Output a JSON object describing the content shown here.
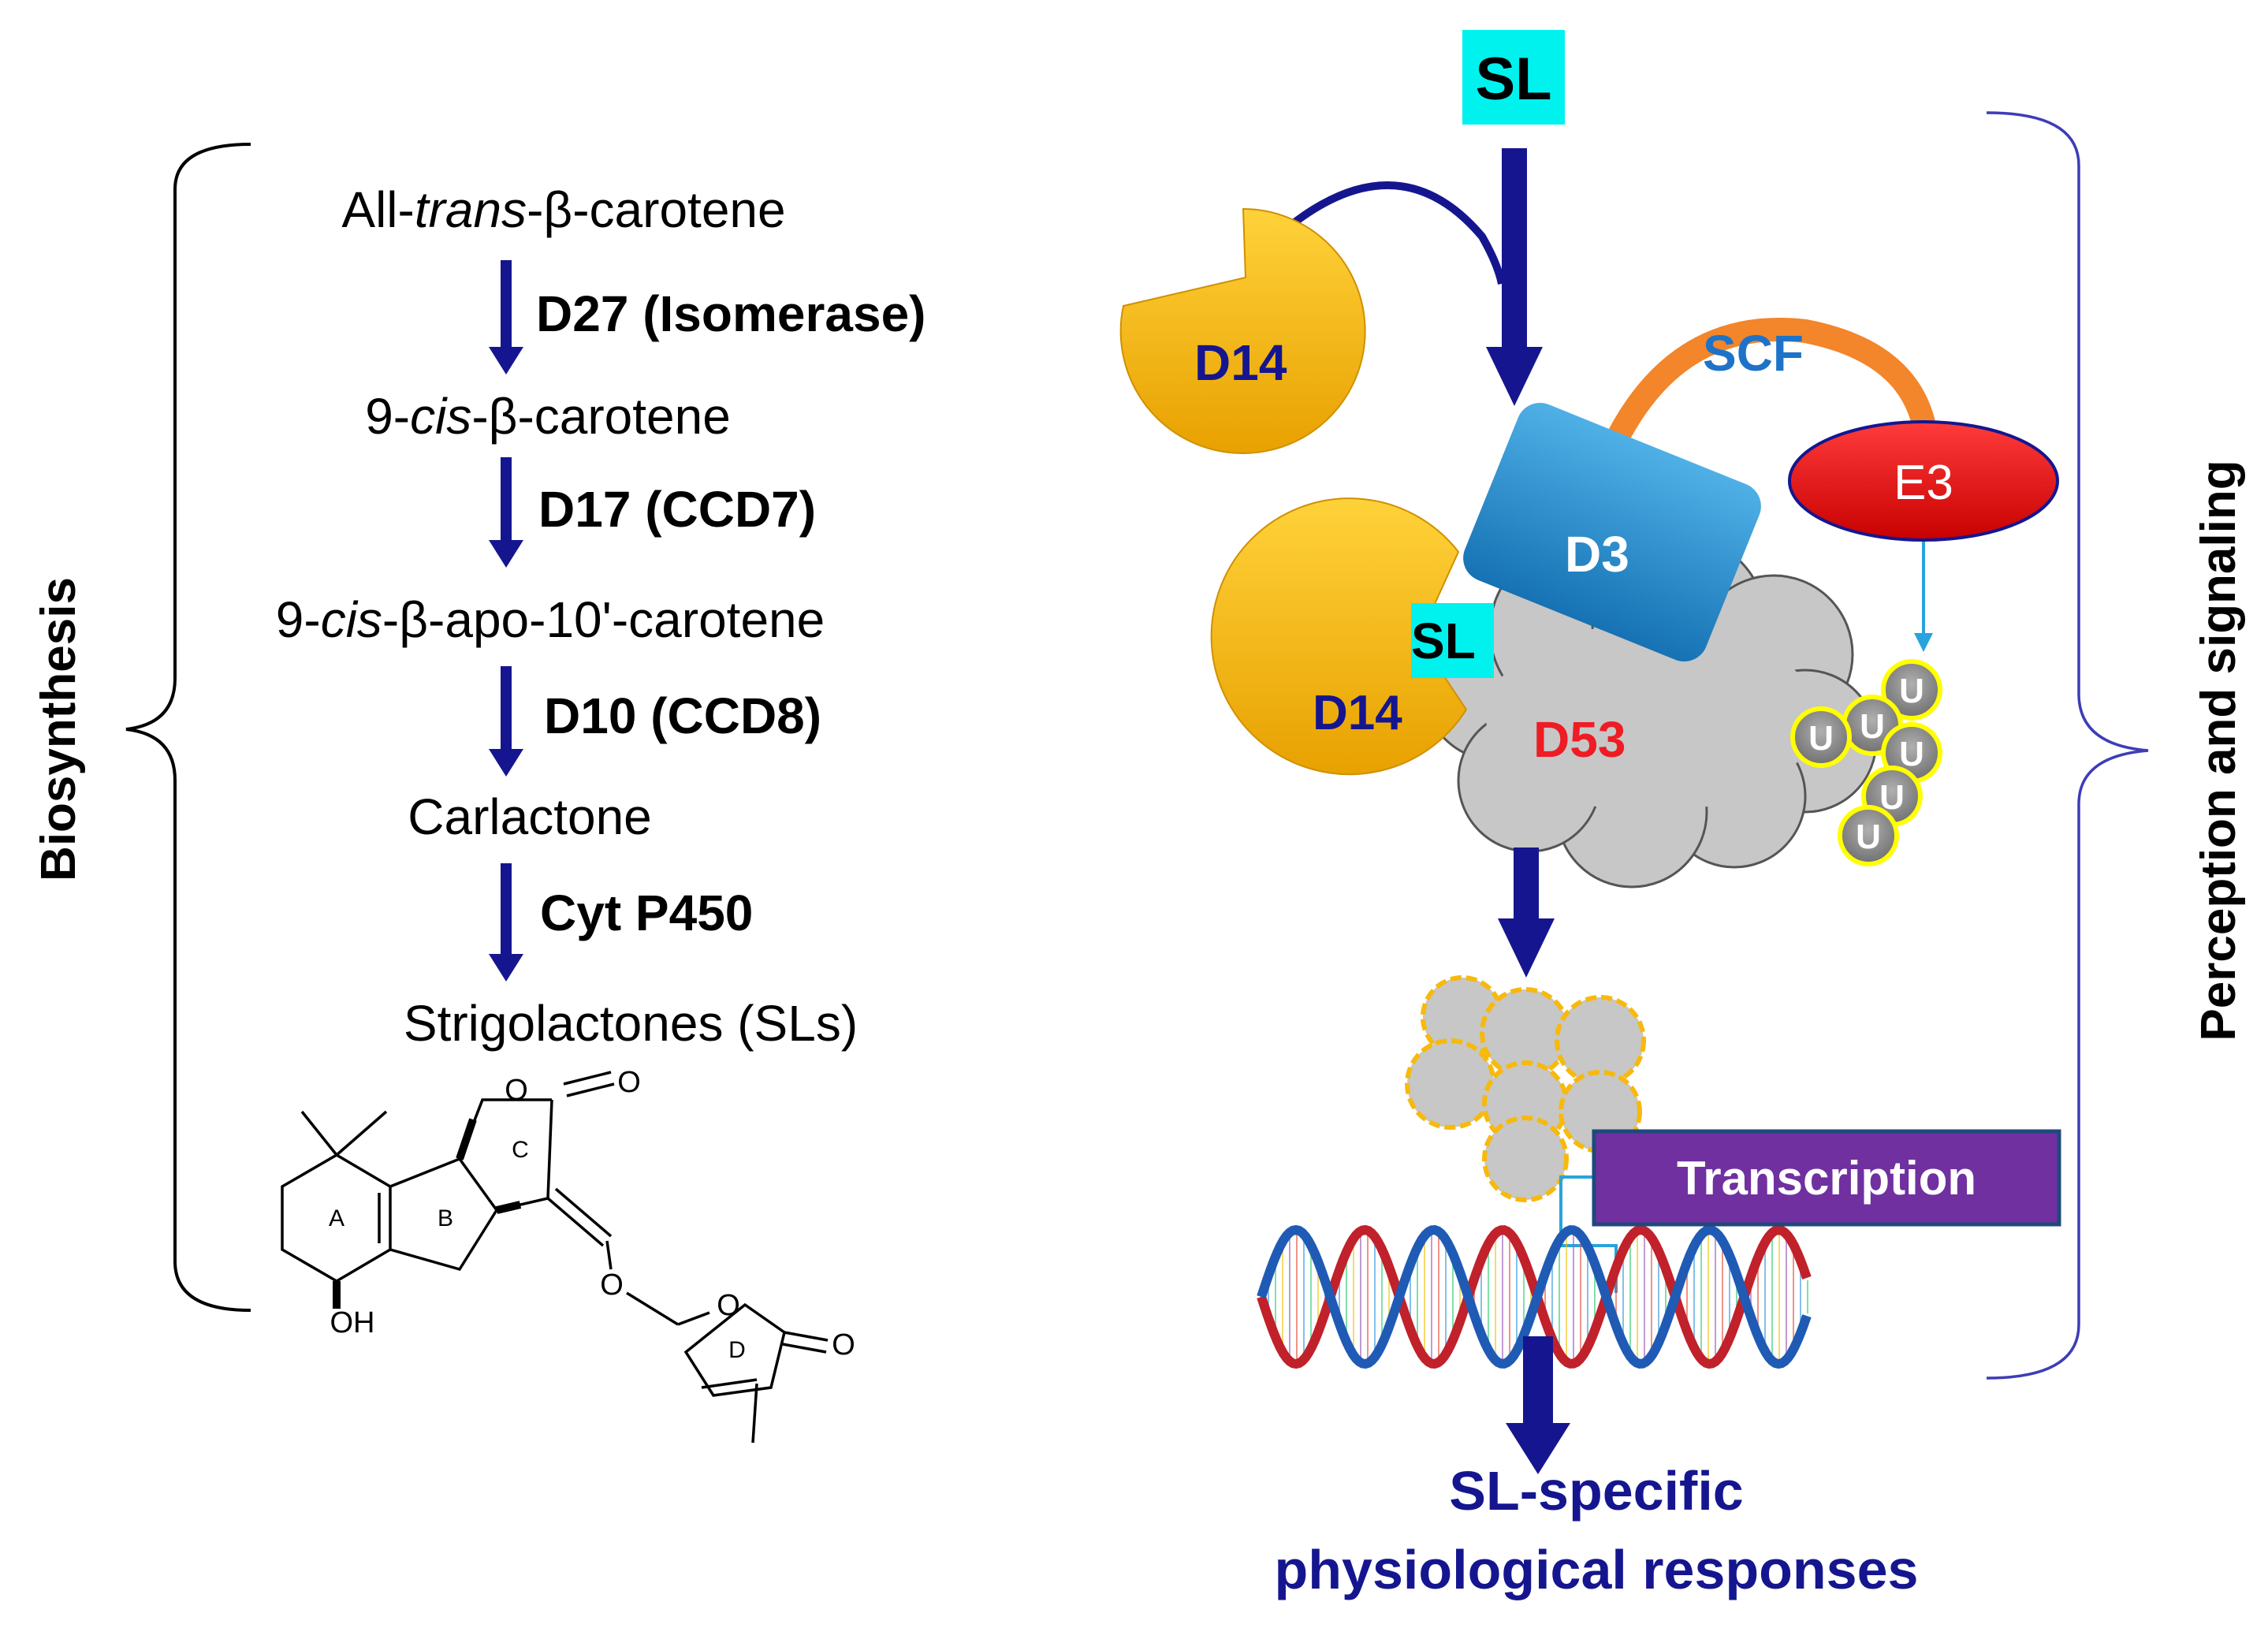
{
  "biosynthesis": {
    "side_label": "Biosynthesis",
    "compounds": [
      {
        "pre": "All-",
        "it": "trans",
        "post": "-β-carotene"
      },
      {
        "pre": "9-",
        "it": "cis",
        "post": "-β-carotene"
      },
      {
        "pre": "9-",
        "it": "cis",
        "post": "-β-apo-10'-carotene"
      },
      {
        "pre": "",
        "it": "",
        "post": "Carlactone"
      },
      {
        "pre": "",
        "it": "",
        "post": "Strigolactones (SLs)"
      }
    ],
    "enzymes": [
      "D27 (Isomerase)",
      "D17 (CCD7)",
      "D10 (CCD8)",
      "Cyt P450"
    ],
    "structure": {
      "rings": [
        "A",
        "B",
        "C",
        "D"
      ],
      "oxygen": "O",
      "hydroxyl": "OH"
    }
  },
  "perception": {
    "side_label": "Perception and signaling",
    "sl_top": "SL",
    "sl_bound": "SL",
    "d14_free": "D14",
    "d14_bound": "D14",
    "scf": "SCF",
    "e3": "E3",
    "d3": "D3",
    "d53": "D53",
    "ubiquitin": "U",
    "transcription": "Transcription",
    "response_line1": "SL-specific",
    "response_line2": "physiological responses"
  },
  "colors": {
    "arrow_blue": "#15168f",
    "cyan_box": "#00f2ee",
    "d14_yellow": "#f7b90c",
    "d3_blue": "#1e8fd0",
    "scf_orange": "#f3852a",
    "e3_red": "#ee1c24",
    "d53_gray": "#c7c7c7",
    "ubiquitin_yellow": "#ffff00",
    "transcription_purple": "#7030a0",
    "dna_red": "#c0212a",
    "dna_blue": "#1f5bb5"
  }
}
